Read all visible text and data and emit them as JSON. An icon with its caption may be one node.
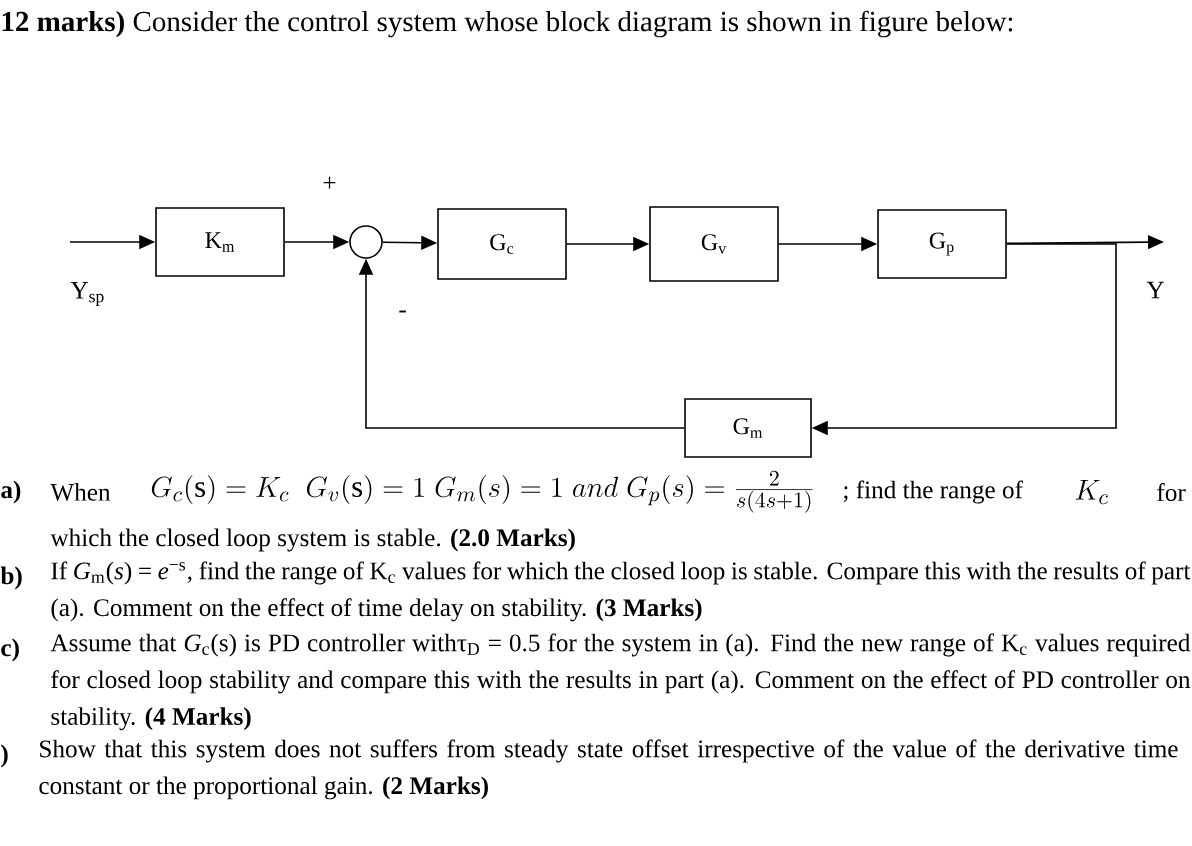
{
  "diagram": {
    "title": "**12 marks)** Consider the control system whose block diagram is shown in figure below:",
    "nodes": [
      {
        "text": [
          "K$_{m}$"
        ]
      },
      {
        "text": [],
        "shape": "circle"
      },
      {
        "text": [
          "G$_{c}$"
        ]
      },
      {
        "text": [
          "G$_{v}$"
        ]
      },
      {
        "text": [
          "G$_{p}$"
        ]
      },
      {
        "text": [
          "G$_{m}$"
        ]
      }
    ],
    "edges": [
      {
        "from": null,
        "to": 0,
        "arrow": "to"
      },
      {
        "from": 0,
        "to": 1,
        "arrow": "to"
      },
      {
        "from": 1,
        "to": 2,
        "arrow": "to"
      },
      {
        "from": 2,
        "to": 3,
        "arrow": "to"
      },
      {
        "from": 3,
        "to": 4,
        "arrow": "to"
      },
      {
        "from": 4,
        "to": null,
        "arrow": "to"
      },
      {
        "from": 4,
        "to": 5,
        "arrow": "to"
      },
      {
        "from": 5,
        "to": 1,
        "arrow": "to"
      }
    ],
    "labels": [
      "+",
      "-",
      "Y$_{sp}$",
      "Y",
      "a)",
      "When",
      "G_c(\\mathrm{s}) = K_c\\;\\; G_v(\\mathrm{s}) = 1\\; G_m(s) = 1\\; and\\; G_p(s) = \\frac{2}{s(4s+1)}",
      "; find the range of",
      "K_c",
      "for",
      "which the closed loop system is stable. **(2.0 Marks)**",
      "b)",
      "If *G*$_{m}$(*s*) = *e*$^{−s}$, find the range of K$_{c}$ values for which the closed loop is stable. Compare this with the results of part (a). Comment on the effect of time delay on stability. **(3 Marks)**",
      "c)",
      "Assume that *G*$_{c}$(s) is PD controller withτ$_{D}$ = 0.5 for the system in (a). Find the new range of K$_{c}$ values required for closed loop stability and compare this with the results in part (a). Comment on the effect of PD controller on stability. **(4 Marks)**",
      ")",
      "Show that this system does not suffers from steady state offset irrespective of the value of the derivative time constant or the proportional gain. **(2 Marks)**"
    ]
  }
}
